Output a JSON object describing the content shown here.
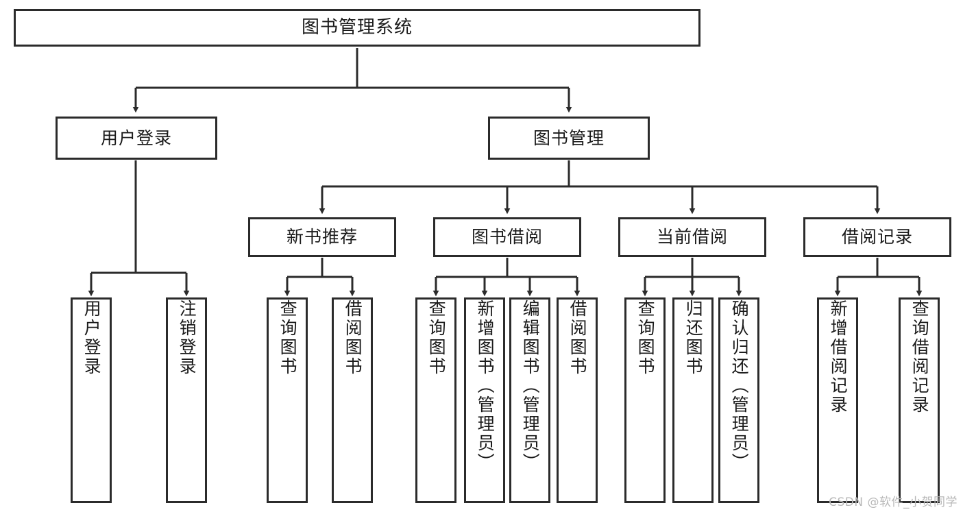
{
  "diagram": {
    "type": "tree",
    "title": "图书管理系统",
    "watermark": "CSDN @软件_小贺同学",
    "colors": {
      "box_border": "#2b2b2b",
      "box_fill": "#ffffff",
      "edge": "#2b2b2b",
      "text": "#1a1a1a",
      "watermark": "#b8b8b8",
      "background": "#ffffff"
    },
    "nodes": {
      "root": {
        "label": "图书管理系统"
      },
      "level2": [
        {
          "label": "用户登录"
        },
        {
          "label": "图书管理"
        }
      ],
      "level3": [
        {
          "label": "新书推荐"
        },
        {
          "label": "图书借阅"
        },
        {
          "label": "当前借阅"
        },
        {
          "label": "借阅记录"
        }
      ],
      "leaves_user_login": [
        {
          "label": "用户登录"
        },
        {
          "label": "注销登录"
        }
      ],
      "leaves_new_book": [
        {
          "label": "查询图书"
        },
        {
          "label": "借阅图书"
        }
      ],
      "leaves_borrow": [
        {
          "label": "查询图书"
        },
        {
          "label": "新增图书（管理员）"
        },
        {
          "label": "编辑图书（管理员）"
        },
        {
          "label": "借阅图书"
        }
      ],
      "leaves_current": [
        {
          "label": "查询图书"
        },
        {
          "label": "归还图书"
        },
        {
          "label": "确认归还（管理员）"
        }
      ],
      "leaves_record": [
        {
          "label": "新增借阅记录"
        },
        {
          "label": "查询借阅记录"
        }
      ]
    }
  }
}
